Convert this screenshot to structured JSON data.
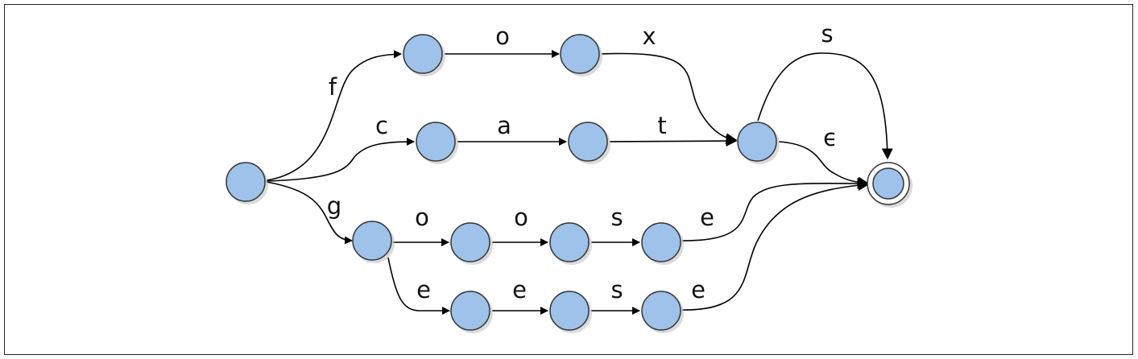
{
  "colors": {
    "state_fill": "#9ec2ea",
    "state_stroke": "#333333",
    "edge": "#000000"
  },
  "states": [
    {
      "id": "q0",
      "type": "start"
    },
    {
      "id": "q1"
    },
    {
      "id": "q2"
    },
    {
      "id": "q3"
    },
    {
      "id": "q4"
    },
    {
      "id": "q5"
    },
    {
      "id": "q6"
    },
    {
      "id": "q7"
    },
    {
      "id": "q8"
    },
    {
      "id": "q9"
    },
    {
      "id": "q10"
    },
    {
      "id": "q11"
    },
    {
      "id": "q12"
    },
    {
      "id": "q13",
      "type": "accept"
    }
  ],
  "transitions": [
    {
      "from": "q0",
      "to": "q1",
      "label": "f"
    },
    {
      "from": "q1",
      "to": "q2",
      "label": "o"
    },
    {
      "from": "q2",
      "to": "q5",
      "label": "x"
    },
    {
      "from": "q0",
      "to": "q3",
      "label": "c"
    },
    {
      "from": "q3",
      "to": "q4",
      "label": "a"
    },
    {
      "from": "q4",
      "to": "q5",
      "label": "t"
    },
    {
      "from": "q5",
      "to": "q13",
      "label": "s"
    },
    {
      "from": "q5",
      "to": "q13",
      "label": "ϵ"
    },
    {
      "from": "q0",
      "to": "q6",
      "label": "g"
    },
    {
      "from": "q6",
      "to": "q7",
      "label": "o"
    },
    {
      "from": "q7",
      "to": "q8",
      "label": "o"
    },
    {
      "from": "q8",
      "to": "q9",
      "label": "s"
    },
    {
      "from": "q9",
      "to": "q13",
      "label": "e"
    },
    {
      "from": "q6",
      "to": "q10",
      "label": "e"
    },
    {
      "from": "q10",
      "to": "q11",
      "label": "e"
    },
    {
      "from": "q11",
      "to": "q12",
      "label": "s"
    },
    {
      "from": "q12",
      "to": "q13",
      "label": "e"
    }
  ]
}
